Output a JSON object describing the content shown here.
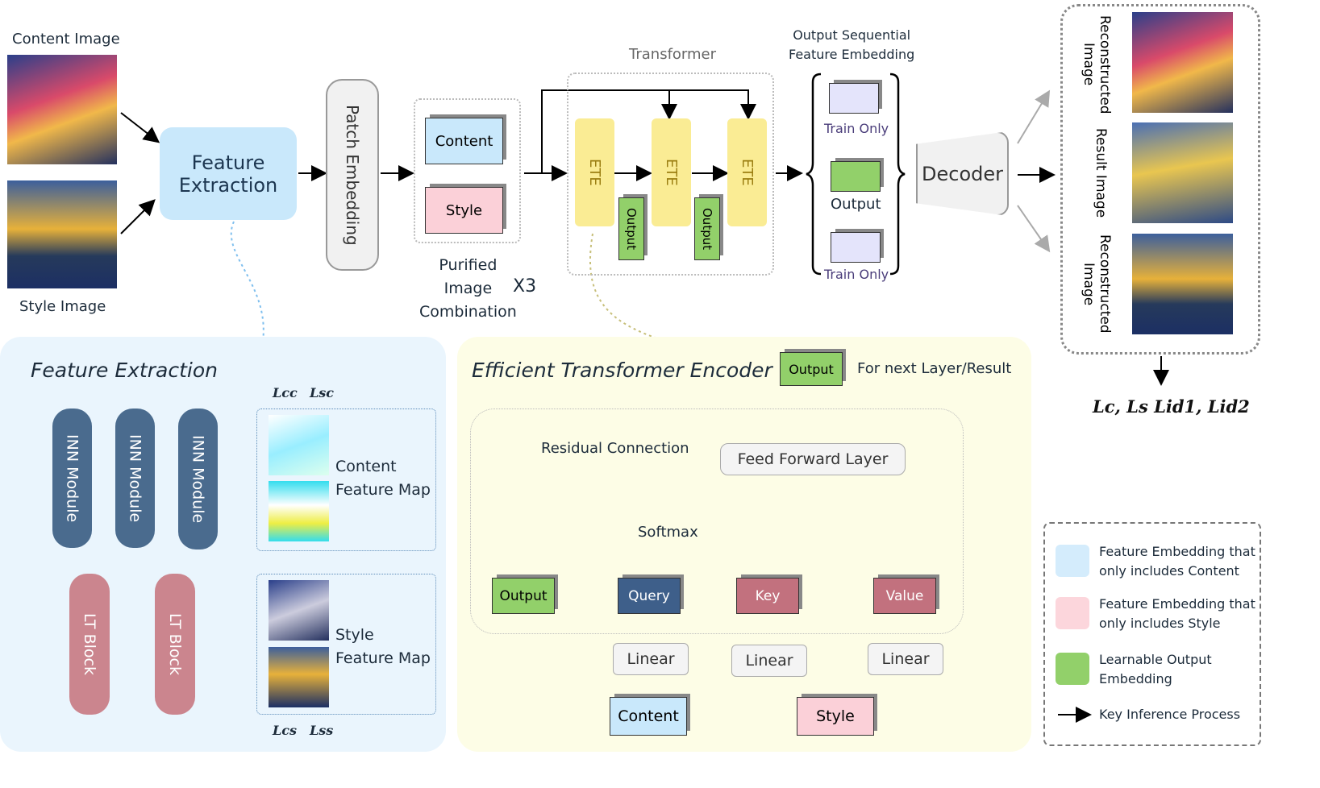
{
  "top": {
    "content_image": "Content Image",
    "style_image": "Style Image",
    "feature_extraction": "Feature Extraction",
    "patch_embedding": "Patch Embedding",
    "content": "Content",
    "style": "Style",
    "purified": "Purified\nImage\nCombination",
    "x3": "X3",
    "transformer": "Transformer",
    "ete": "ETE",
    "output": "Output",
    "output_seq": "Output Sequential\nFeature Embedding",
    "train_only": "Train Only",
    "decoder": "Decoder",
    "reconstructed_image": "Reconstructed Image",
    "result_image": "Result Image",
    "losses": "Lc, Ls Lid1, Lid2"
  },
  "fe": {
    "title": "Feature Extraction",
    "inn": "INN Module",
    "lt": "LT Block",
    "lcc": "Lcc",
    "lsc": "Lsc",
    "lcs": "Lcs",
    "lss": "Lss",
    "content_map": "Content\nFeature Map",
    "style_map": "Style\nFeature Map"
  },
  "ete": {
    "title": "Efficient Transformer Encoder",
    "output": "Output",
    "next": "For next Layer/Result",
    "residual": "Residual Connection",
    "ffn": "Feed Forward Layer",
    "softmax": "Softmax",
    "query": "Query",
    "key": "Key",
    "value": "Value",
    "linear": "Linear",
    "content": "Content",
    "style": "Style"
  },
  "legend": [
    {
      "label": "Feature Embedding that only includes Content",
      "color": "#d4ecfc"
    },
    {
      "label": "Feature Embedding that only includes Style",
      "color": "#fcd6dc"
    },
    {
      "label": "Learnable Output Embedding",
      "color": "#92d06a"
    },
    {
      "label": "Key Inference Process"
    }
  ]
}
